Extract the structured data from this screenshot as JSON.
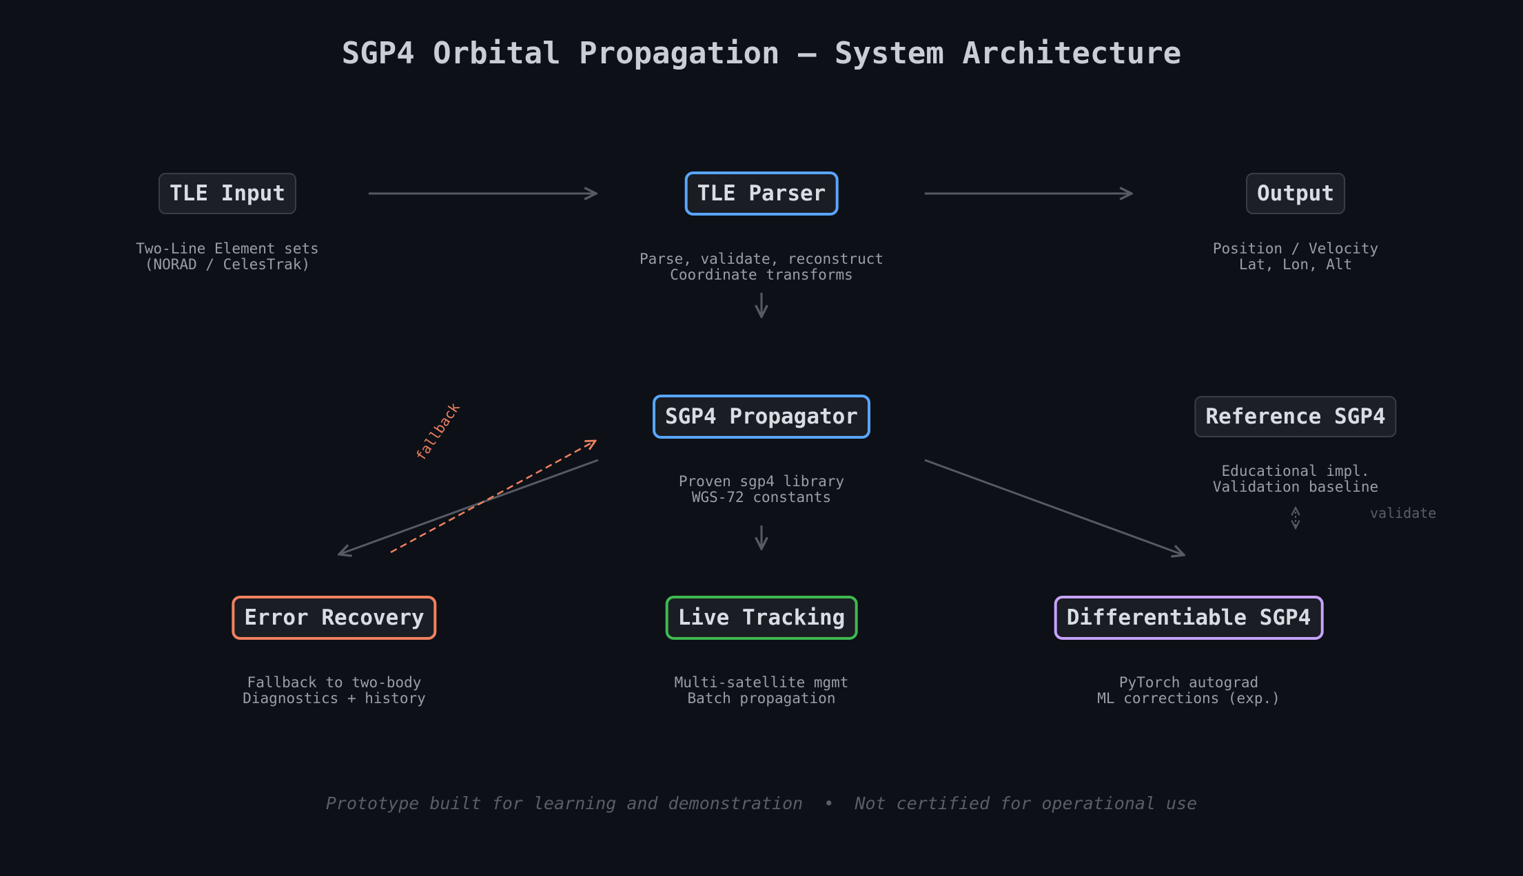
{
  "title": "SGP4 Orbital Propagation — System Architecture",
  "colors": {
    "background": "#0d1017",
    "edge": "#555a63",
    "fallback": "#f0815f",
    "blue": "#58a6ff",
    "orange": "#f0815f",
    "green": "#3fb950",
    "purple": "#c8a2ff"
  },
  "nodes": {
    "tle_input": {
      "label": "TLE Input",
      "desc": [
        "Two-Line Element sets",
        "(NORAD / CelesTrak)"
      ]
    },
    "tle_parser": {
      "label": "TLE Parser",
      "desc": [
        "Parse, validate, reconstruct",
        "Coordinate transforms"
      ]
    },
    "output": {
      "label": "Output",
      "desc": [
        "Position / Velocity",
        "Lat, Lon, Alt"
      ]
    },
    "sgp4_propagator": {
      "label": "SGP4 Propagator",
      "desc": [
        "Proven sgp4 library",
        "WGS-72 constants"
      ]
    },
    "reference_sgp4": {
      "label": "Reference SGP4",
      "desc": [
        "Educational impl.",
        "Validation baseline"
      ]
    },
    "error_recovery": {
      "label": "Error Recovery",
      "desc": [
        "Fallback to two-body",
        "Diagnostics + history"
      ]
    },
    "live_tracking": {
      "label": "Live Tracking",
      "desc": [
        "Multi-satellite mgmt",
        "Batch propagation"
      ]
    },
    "differentiable_sgp4": {
      "label": "Differentiable SGP4",
      "desc": [
        "PyTorch autograd",
        "ML corrections (exp.)"
      ]
    }
  },
  "edge_labels": {
    "fallback": "fallback",
    "validate": "validate"
  },
  "footer": "Prototype built for learning and demonstration  •  Not certified for operational use"
}
